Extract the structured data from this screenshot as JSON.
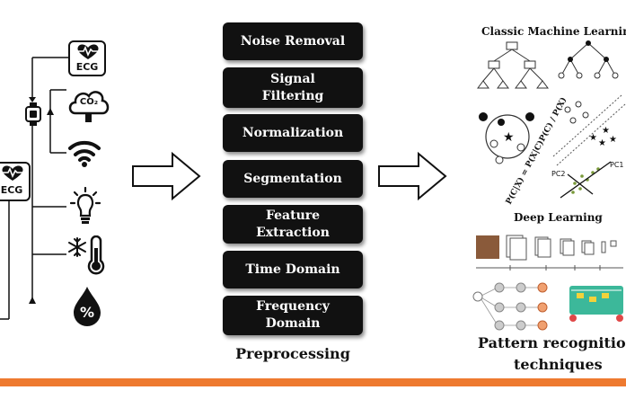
{
  "sensors": {
    "ecg_label": "ECG",
    "co2_label": "CO₂",
    "percent_symbol": "%",
    "icons": [
      "ecg-heart-icon",
      "co2-cloud-icon",
      "wifi-icon",
      "lightbulb-icon",
      "snowflake-thermometer-icon",
      "humidity-drop-icon"
    ],
    "hub_icon": "smartwatch-icon"
  },
  "preprocessing": {
    "steps": [
      "Noise Removal",
      "Signal Filtering",
      "Normalization",
      "Segmentation",
      "Feature Extraction",
      "Time Domain",
      "Frequency Domain"
    ],
    "title": "Preprocessing"
  },
  "pattern": {
    "classic_title": "Classic Machine Learning",
    "deep_title": "Deep Learning",
    "title_line1": "Pattern recognition",
    "title_line2": "techniques",
    "bayes_formula": "P(C|X) = P(X|C)P(C) / P(X)",
    "pca_labels": [
      "PC1",
      "PC2"
    ]
  },
  "colors": {
    "accent_bar": "#ee7a30",
    "box": "#111111"
  }
}
